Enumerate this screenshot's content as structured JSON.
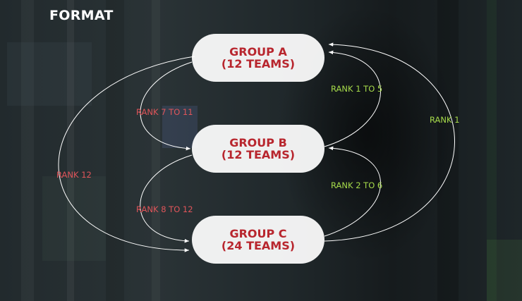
{
  "title": "FORMAT",
  "groups": [
    {
      "line1": "GROUP A",
      "line2": "(12 TEAMS)"
    },
    {
      "line1": "GROUP B",
      "line2": "(12 TEAMS)"
    },
    {
      "line1": "GROUP C",
      "line2": "(24 TEAMS)"
    }
  ],
  "transitions": {
    "a_to_b": "RANK 7 TO 11",
    "b_to_c": "RANK 8 TO 12",
    "a_to_c": "RANK 12",
    "b_to_a": "RANK 1 TO 5",
    "c_to_b": "RANK 2 TO 6",
    "c_to_a": "RANK 1"
  },
  "colors": {
    "group_text": "#b8262e",
    "relegation": "#e0555a",
    "promotion": "#a6da4a",
    "title": "#ffffff"
  }
}
